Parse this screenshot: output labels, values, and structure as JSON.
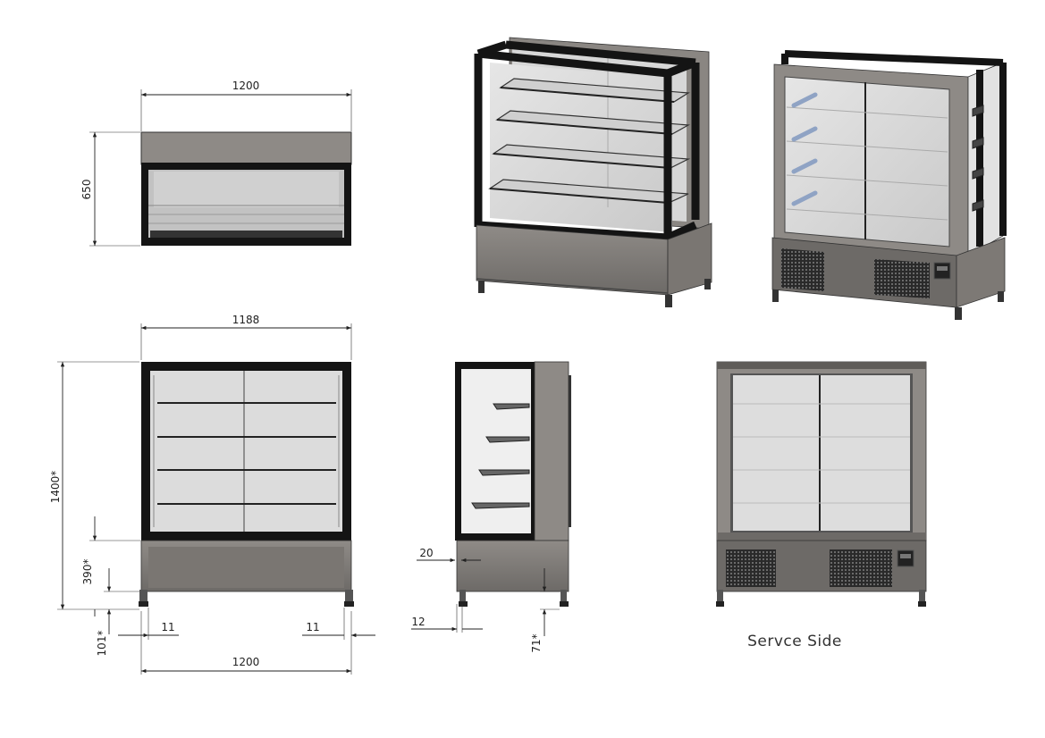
{
  "drawing": {
    "dimensions": {
      "top_view_width": "1200",
      "top_view_depth": "650",
      "front_glass_width": "1188",
      "front_total_height": "1400*",
      "front_base_height": "390*",
      "front_leg_height": "101*",
      "front_left_inset": "11",
      "front_right_inset": "11",
      "front_total_width": "1200",
      "side_glass_thickness": "20",
      "side_leg_offset": "12",
      "side_leg_height": "71*"
    },
    "captions": {
      "service_side": "Servce Side"
    }
  },
  "colors": {
    "frame_black": "#141414",
    "steel": "#8e8a86",
    "steel_dark": "#5f5c59",
    "glass": "#d8d8d8",
    "line": "#222222"
  }
}
